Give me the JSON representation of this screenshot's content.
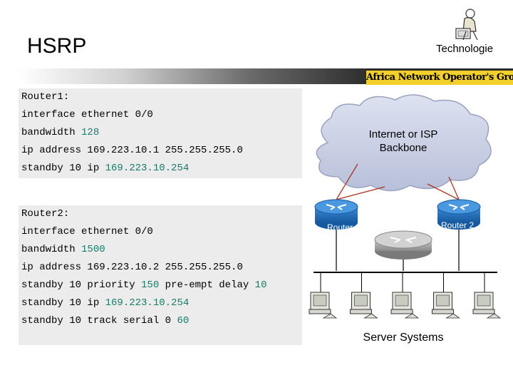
{
  "slide": {
    "title": "HSRP",
    "brand": "Technologie",
    "org_banner": "Africa Network Operator's Group"
  },
  "router1": {
    "lines": [
      {
        "plain": "Router1:",
        "accent": ""
      },
      {
        "plain": "interface ethernet 0/0",
        "accent": ""
      },
      {
        "plain": "bandwidth ",
        "accent": "128"
      },
      {
        "plain": "ip address 169.223.10.1 255.255.255.0",
        "accent": ""
      },
      {
        "plain": "standby 10 ip ",
        "accent": "169.223.10.254"
      }
    ]
  },
  "router2": {
    "lines": [
      {
        "plain": "Router2:",
        "accent": "",
        "tail": ""
      },
      {
        "plain": "interface ethernet 0/0",
        "accent": "",
        "tail": ""
      },
      {
        "plain": "bandwidth ",
        "accent": "1500",
        "tail": ""
      },
      {
        "plain": "ip address 169.223.10.2 255.255.255.0",
        "accent": "",
        "tail": ""
      },
      {
        "plain": "standby 10 priority ",
        "accent": "150",
        "tail": " pre-empt delay ",
        "accent2": "10"
      },
      {
        "plain": "standby 10 ip ",
        "accent": "169.223.10.254",
        "tail": ""
      },
      {
        "plain": "standby 10 track serial 0 ",
        "accent": "60",
        "tail": ""
      }
    ]
  },
  "diagram": {
    "cloud_label_line1": "Internet or ISP",
    "cloud_label_line2": "Backbone",
    "router1_label": "Router 1",
    "router2_label": "Router 2",
    "servers_label": "Server Systems",
    "server_count": 5
  },
  "colors": {
    "accent_text": "#1a7a6a",
    "cloud": "#c9cfe3",
    "router_blue": "#1c66b4",
    "link_red": "#aa3322",
    "banner_yellow": "#f2cf2a"
  }
}
